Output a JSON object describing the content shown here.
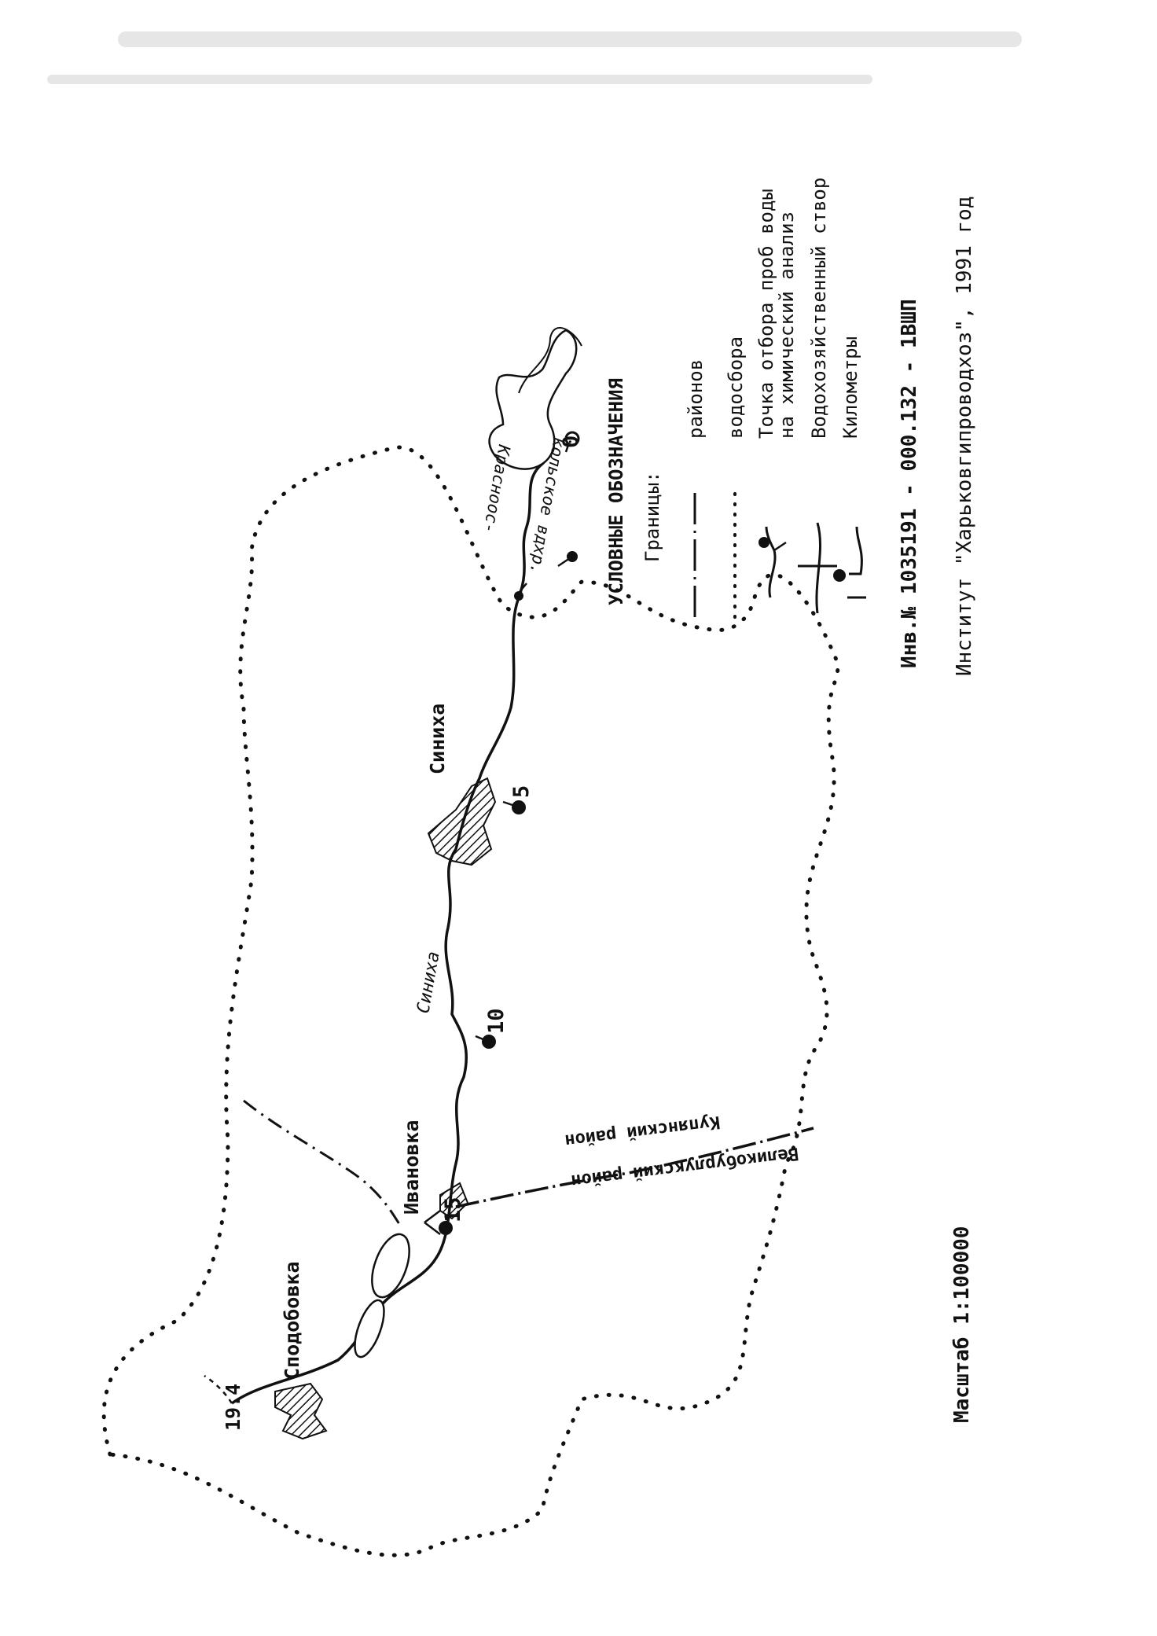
{
  "map": {
    "places": {
      "spodobovka": "Сподобовка",
      "ivanovka": "Ивановка",
      "sinikha": "Синиха"
    },
    "river": {
      "name": "Синиха"
    },
    "reservoir": {
      "name_line1": "Красноос-",
      "name_line2": "кольское вдхр."
    },
    "districts": {
      "kupyansky": "Купянский район",
      "velikoburluksky": "Великобурлукский район"
    },
    "point_label": "19.4",
    "km_marks": [
      "0",
      "5",
      "10",
      "15"
    ]
  },
  "legend": {
    "title": "УСЛОВНЫЕ ОБОЗНАЧЕНИЯ",
    "borders_label": "Границы:",
    "items": [
      {
        "text": "районов",
        "icon": "dash-dot-line-icon"
      },
      {
        "text": "водосбора",
        "icon": "dotted-line-icon"
      },
      {
        "text_line1": "Точка отбора проб воды",
        "text_line2": "на химический анализ",
        "icon": "sampling-point-icon"
      },
      {
        "text": "Водохозяйственный створ",
        "icon": "water-gauge-icon"
      },
      {
        "text": "Километры",
        "icon": "km-marker-icon"
      }
    ]
  },
  "footer": {
    "inventory": "Инв.№ 1035191 - 000.132 - 1ВШП",
    "institute": "Институт \"Харьковгипроводхоз\", 1991 год",
    "scale": "Масштаб 1:100000"
  }
}
